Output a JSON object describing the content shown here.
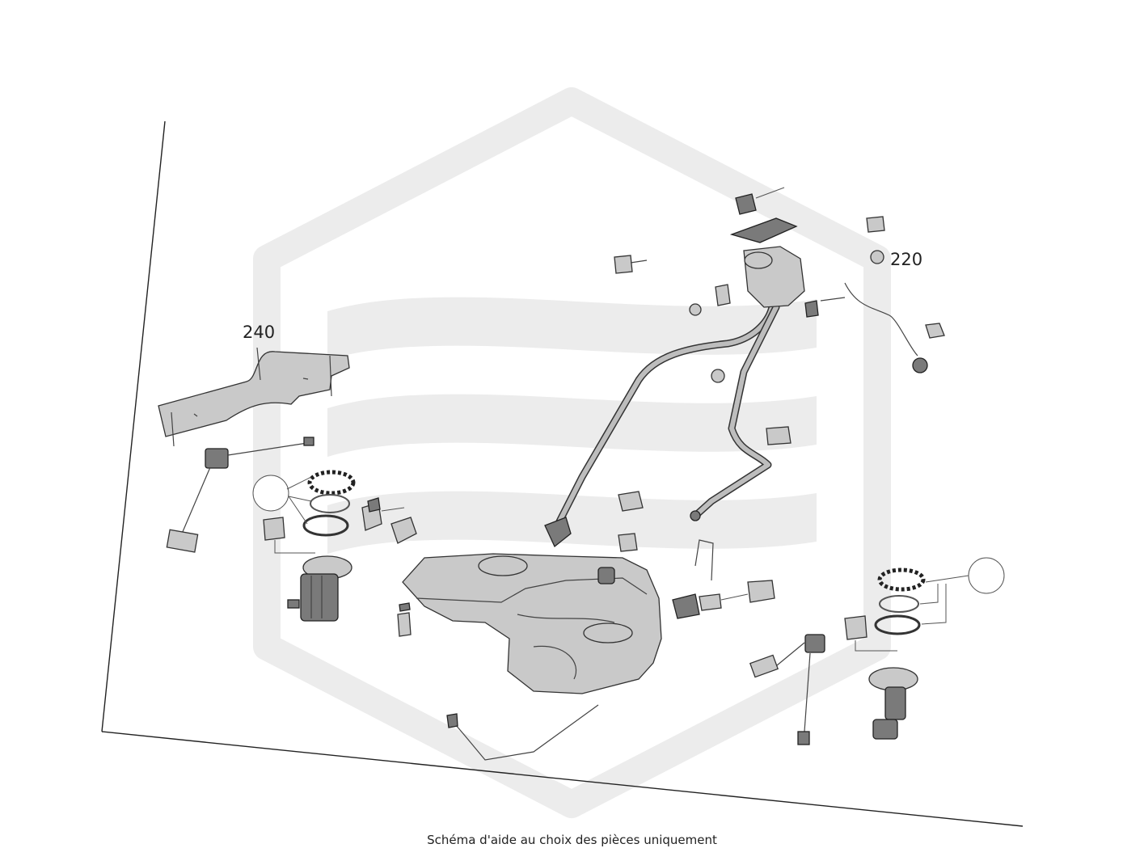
{
  "diagram": {
    "callouts": [
      {
        "id": "callout-240",
        "label": "240"
      },
      {
        "id": "callout-220",
        "label": "220"
      }
    ],
    "caption": "Schéma d'aide au choix des pièces uniquement",
    "colors": {
      "watermark": "#ebebeb",
      "line": "#333333",
      "part_fill": "#c9c9c9"
    }
  }
}
